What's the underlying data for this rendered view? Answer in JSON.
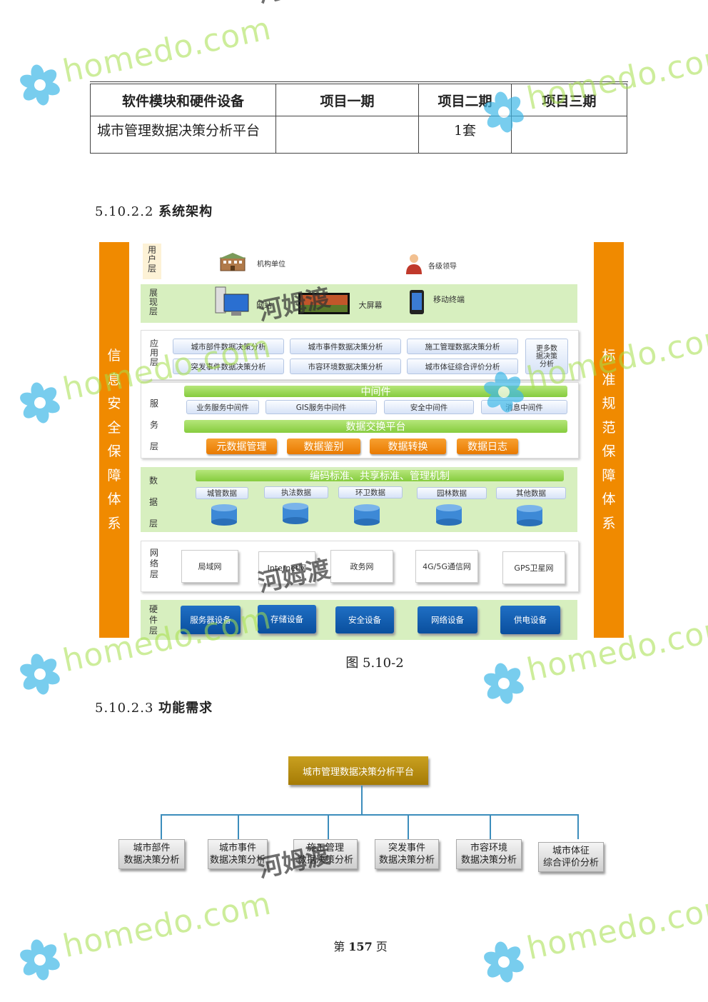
{
  "table": {
    "headers": [
      "软件模块和硬件设备",
      "项目一期",
      "项目二期",
      "项目三期"
    ],
    "rows": [
      [
        "城市管理数据决策分析平台",
        "",
        "1套",
        ""
      ]
    ]
  },
  "section1": {
    "number": "5.10.2.2",
    "title": "系统架构"
  },
  "arch": {
    "left_bar": "信息安全保障体系",
    "right_bar": "标准规范保障体系",
    "user_layer": {
      "label": "用户层",
      "items": [
        "机构单位",
        "各级领导"
      ]
    },
    "display_layer": {
      "label": "展现层",
      "items": [
        "网站",
        "大屏幕",
        "移动终端"
      ]
    },
    "app_layer": {
      "label": "应用层",
      "items": [
        "城市部件数据决策分析",
        "城市事件数据决策分析",
        "施工管理数据决策分析",
        "突发事件数据决策分析",
        "市容环境数据决策分析",
        "城市体征综合评价分析"
      ],
      "more": "更多数据决策分析"
    },
    "service_layer": {
      "label": "服务层",
      "middleware": "中间件",
      "middlewares": [
        "业务服务中间件",
        "GIS服务中间件",
        "安全中间件",
        "消息中间件"
      ],
      "exchange": "数据交换平台",
      "tools": [
        "元数据管理",
        "数据鉴别",
        "数据转换",
        "数据日志"
      ]
    },
    "data_layer": {
      "label": "数据层",
      "standards": "编码标准、共享标准、管理机制",
      "dbs": [
        "城管数据",
        "执法数据",
        "环卫数据",
        "园林数据",
        "其他数据"
      ]
    },
    "network_layer": {
      "label": "网络层",
      "items": [
        "局域网",
        "Internet网",
        "政务网",
        "4G/5G通信网",
        "GPS卫星网"
      ]
    },
    "hardware_layer": {
      "label": "硬件层",
      "items": [
        "服务器设备",
        "存储设备",
        "安全设备",
        "网络设备",
        "供电设备"
      ]
    }
  },
  "figure_caption": "图 5.10-2",
  "section2": {
    "number": "5.10.2.3",
    "title": "功能需求"
  },
  "tree": {
    "root": "城市管理数据决策分析平台",
    "leaves": [
      [
        "城市部件",
        "数据决策分析"
      ],
      [
        "城市事件",
        "数据决策分析"
      ],
      [
        "施工管理",
        "数据决策分析"
      ],
      [
        "突发事件",
        "数据决策分析"
      ],
      [
        "市容环境",
        "数据决策分析"
      ],
      [
        "城市体征",
        "综合评价分析"
      ]
    ]
  },
  "page": {
    "prefix": "第",
    "number": "157",
    "suffix": "页"
  },
  "watermark": {
    "brand": "homedo.com",
    "cn": "河姆渡"
  },
  "colors": {
    "orange": "#f08a00",
    "green_band": "#d7efbf",
    "blue_box": "#0a4f9e",
    "gold": "#b58c10"
  }
}
